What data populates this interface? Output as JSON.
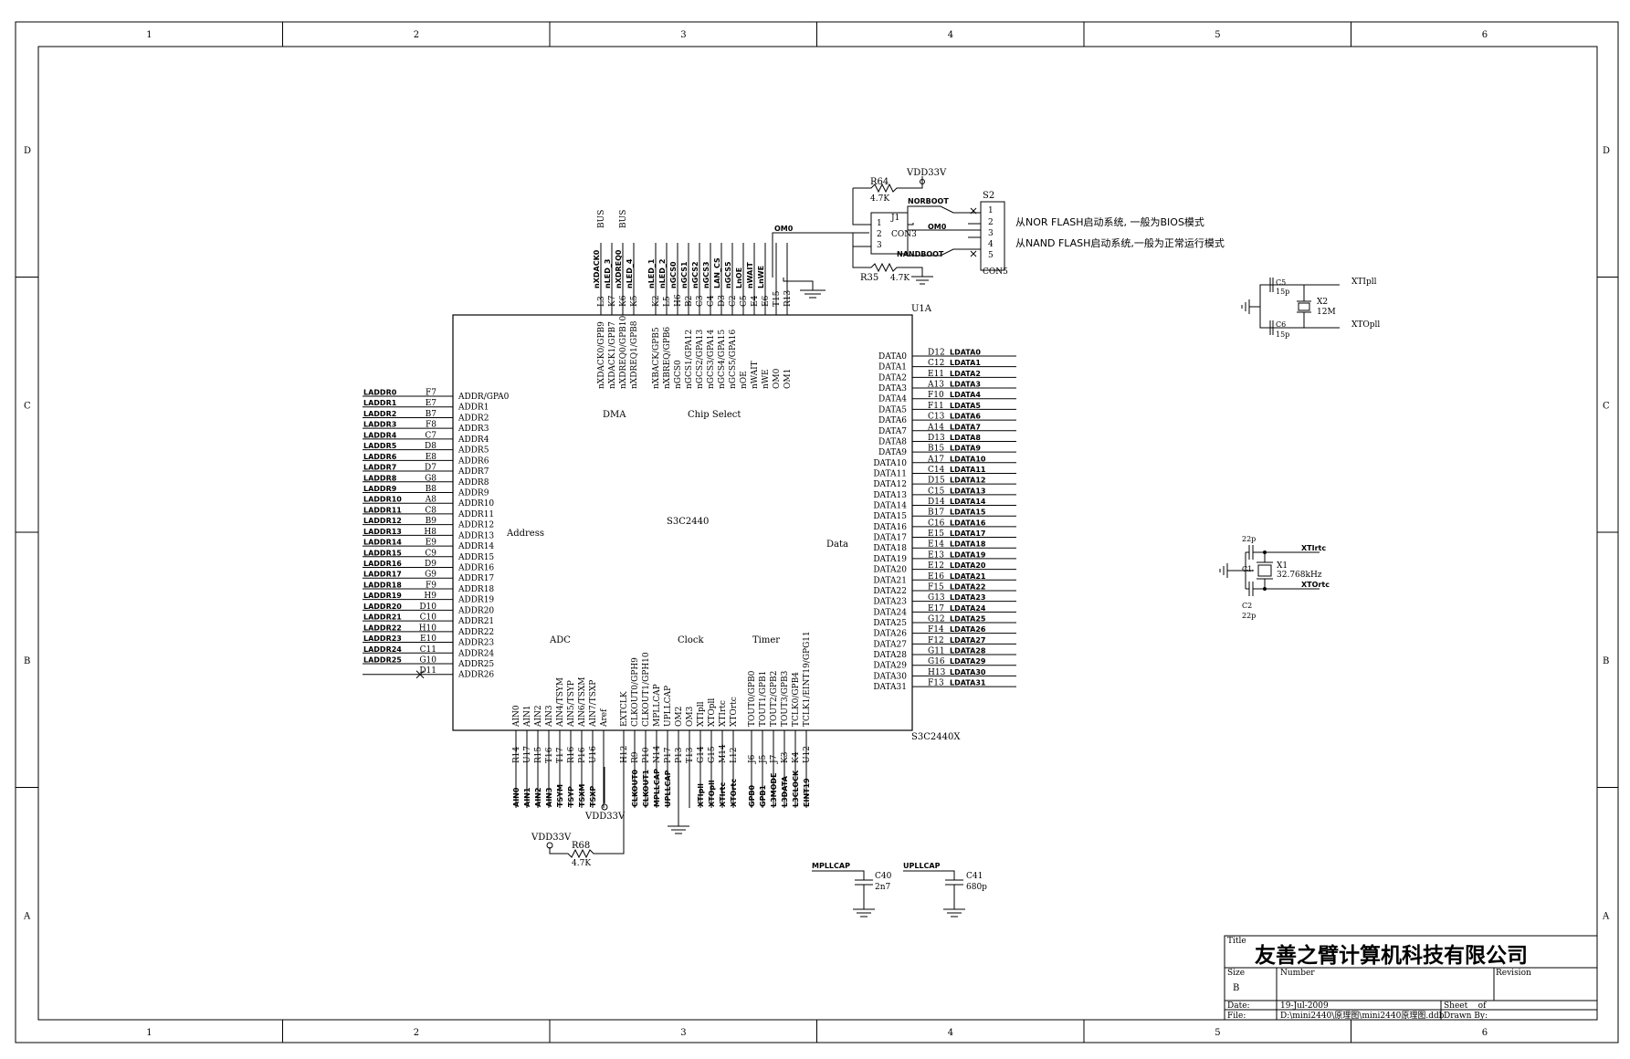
{
  "frame": {
    "columns": [
      "1",
      "2",
      "3",
      "4",
      "5",
      "6"
    ],
    "rows": [
      "D",
      "C",
      "B",
      "A"
    ]
  },
  "chip": {
    "designator": "U1A",
    "part": "S3C2440",
    "footprint": "S3C2440X",
    "blocks": {
      "address": "Address",
      "data": "Data",
      "dma": "DMA",
      "chip_select": "Chip Select",
      "adc": "ADC",
      "clock": "Clock",
      "timer": "Timer"
    }
  },
  "address_pins": [
    {
      "net": "LADDR0",
      "ball": "F7",
      "pin": "ADDR/GPA0"
    },
    {
      "net": "LADDR1",
      "ball": "E7",
      "pin": "ADDR1"
    },
    {
      "net": "LADDR2",
      "ball": "B7",
      "pin": "ADDR2"
    },
    {
      "net": "LADDR3",
      "ball": "F8",
      "pin": "ADDR3"
    },
    {
      "net": "LADDR4",
      "ball": "C7",
      "pin": "ADDR4"
    },
    {
      "net": "LADDR5",
      "ball": "D8",
      "pin": "ADDR5"
    },
    {
      "net": "LADDR6",
      "ball": "E8",
      "pin": "ADDR6"
    },
    {
      "net": "LADDR7",
      "ball": "D7",
      "pin": "ADDR7"
    },
    {
      "net": "LADDR8",
      "ball": "G8",
      "pin": "ADDR8"
    },
    {
      "net": "LADDR9",
      "ball": "B8",
      "pin": "ADDR9"
    },
    {
      "net": "LADDR10",
      "ball": "A8",
      "pin": "ADDR10"
    },
    {
      "net": "LADDR11",
      "ball": "C8",
      "pin": "ADDR11"
    },
    {
      "net": "LADDR12",
      "ball": "B9",
      "pin": "ADDR12"
    },
    {
      "net": "LADDR13",
      "ball": "H8",
      "pin": "ADDR13"
    },
    {
      "net": "LADDR14",
      "ball": "E9",
      "pin": "ADDR14"
    },
    {
      "net": "LADDR15",
      "ball": "C9",
      "pin": "ADDR15"
    },
    {
      "net": "LADDR16",
      "ball": "D9",
      "pin": "ADDR16"
    },
    {
      "net": "LADDR17",
      "ball": "G9",
      "pin": "ADDR17"
    },
    {
      "net": "LADDR18",
      "ball": "F9",
      "pin": "ADDR18"
    },
    {
      "net": "LADDR19",
      "ball": "H9",
      "pin": "ADDR19"
    },
    {
      "net": "LADDR20",
      "ball": "D10",
      "pin": "ADDR20"
    },
    {
      "net": "LADDR21",
      "ball": "C10",
      "pin": "ADDR21"
    },
    {
      "net": "LADDR22",
      "ball": "H10",
      "pin": "ADDR22"
    },
    {
      "net": "LADDR23",
      "ball": "E10",
      "pin": "ADDR23"
    },
    {
      "net": "LADDR24",
      "ball": "C11",
      "pin": "ADDR24"
    },
    {
      "net": "LADDR25",
      "ball": "G10",
      "pin": "ADDR25"
    },
    {
      "net": "",
      "ball": "D11",
      "pin": "ADDR26"
    }
  ],
  "data_pins": [
    {
      "pin": "DATA0",
      "ball": "D12",
      "net": "LDATA0"
    },
    {
      "pin": "DATA1",
      "ball": "C12",
      "net": "LDATA1"
    },
    {
      "pin": "DATA2",
      "ball": "E11",
      "net": "LDATA2"
    },
    {
      "pin": "DATA3",
      "ball": "A13",
      "net": "LDATA3"
    },
    {
      "pin": "DATA4",
      "ball": "F10",
      "net": "LDATA4"
    },
    {
      "pin": "DATA5",
      "ball": "F11",
      "net": "LDATA5"
    },
    {
      "pin": "DATA6",
      "ball": "C13",
      "net": "LDATA6"
    },
    {
      "pin": "DATA7",
      "ball": "A14",
      "net": "LDATA7"
    },
    {
      "pin": "DATA8",
      "ball": "D13",
      "net": "LDATA8"
    },
    {
      "pin": "DATA9",
      "ball": "B15",
      "net": "LDATA9"
    },
    {
      "pin": "DATA10",
      "ball": "A17",
      "net": "LDATA10"
    },
    {
      "pin": "DATA11",
      "ball": "C14",
      "net": "LDATA11"
    },
    {
      "pin": "DATA12",
      "ball": "D15",
      "net": "LDATA12"
    },
    {
      "pin": "DATA13",
      "ball": "C15",
      "net": "LDATA13"
    },
    {
      "pin": "DATA14",
      "ball": "D14",
      "net": "LDATA14"
    },
    {
      "pin": "DATA15",
      "ball": "B17",
      "net": "LDATA15"
    },
    {
      "pin": "DATA16",
      "ball": "C16",
      "net": "LDATA16"
    },
    {
      "pin": "DATA17",
      "ball": "E15",
      "net": "LDATA17"
    },
    {
      "pin": "DATA18",
      "ball": "E14",
      "net": "LDATA18"
    },
    {
      "pin": "DATA19",
      "ball": "E13",
      "net": "LDATA19"
    },
    {
      "pin": "DATA20",
      "ball": "E12",
      "net": "LDATA20"
    },
    {
      "pin": "DATA21",
      "ball": "E16",
      "net": "LDATA21"
    },
    {
      "pin": "DATA22",
      "ball": "F15",
      "net": "LDATA22"
    },
    {
      "pin": "DATA23",
      "ball": "G13",
      "net": "LDATA23"
    },
    {
      "pin": "DATA24",
      "ball": "E17",
      "net": "LDATA24"
    },
    {
      "pin": "DATA25",
      "ball": "G12",
      "net": "LDATA25"
    },
    {
      "pin": "DATA26",
      "ball": "F14",
      "net": "LDATA26"
    },
    {
      "pin": "DATA27",
      "ball": "F12",
      "net": "LDATA27"
    },
    {
      "pin": "DATA28",
      "ball": "G11",
      "net": "LDATA28"
    },
    {
      "pin": "DATA29",
      "ball": "G16",
      "net": "LDATA29"
    },
    {
      "pin": "DATA30",
      "ball": "H13",
      "net": "LDATA30"
    },
    {
      "pin": "DATA31",
      "ball": "F13",
      "net": "LDATA31"
    }
  ],
  "top_pins": [
    {
      "pin": "nXDACK0/GPB9",
      "ball": "L3",
      "net": "nXDACK0",
      "bus": "BUS"
    },
    {
      "pin": "nXDACK1/GPB7",
      "ball": "K7",
      "net": "nLED_3",
      "bus": ""
    },
    {
      "pin": "nXDREQ0/GPB10",
      "ball": "K6",
      "net": "nXDREQ0",
      "bus": "BUS"
    },
    {
      "pin": "nXDREQ1/GPB8",
      "ball": "K5",
      "net": "nLED_4",
      "bus": ""
    },
    {
      "pin": "nXBACK/GPB5",
      "ball": "K2",
      "net": "nLED_1",
      "bus": ""
    },
    {
      "pin": "nXBREQ/GPB6",
      "ball": "L5",
      "net": "nLED_2",
      "bus": ""
    },
    {
      "pin": "nGCS0",
      "ball": "H6",
      "net": "nGCS0",
      "bus": ""
    },
    {
      "pin": "nGCS1/GPA12",
      "ball": "B2",
      "net": "nGCS1",
      "bus": ""
    },
    {
      "pin": "nGCS2/GPA13",
      "ball": "C3",
      "net": "nGCS2",
      "bus": ""
    },
    {
      "pin": "nGCS3/GPA14",
      "ball": "C4",
      "net": "nGCS3",
      "bus": ""
    },
    {
      "pin": "nGCS4/GPA15",
      "ball": "D3",
      "net": "LAN_CS",
      "bus": ""
    },
    {
      "pin": "nGCS5/GPA16",
      "ball": "C2",
      "net": "nGCS5",
      "bus": ""
    },
    {
      "pin": "nOE",
      "ball": "C5",
      "net": "LnOE",
      "bus": ""
    },
    {
      "pin": "nWAIT",
      "ball": "E4",
      "net": "nWAIT",
      "bus": ""
    },
    {
      "pin": "nWE",
      "ball": "E6",
      "net": "LnWE",
      "bus": ""
    },
    {
      "pin": "OM0",
      "ball": "T15",
      "net": "",
      "bus": ""
    },
    {
      "pin": "OM1",
      "ball": "R13",
      "net": "",
      "bus": ""
    }
  ],
  "bottom_pins": [
    {
      "pin": "AIN0",
      "ball": "R14",
      "net": "AIN0"
    },
    {
      "pin": "AIN1",
      "ball": "U17",
      "net": "AIN1"
    },
    {
      "pin": "AIN2",
      "ball": "R15",
      "net": "AIN2"
    },
    {
      "pin": "AIN3",
      "ball": "T16",
      "net": "AIN3"
    },
    {
      "pin": "AIN4/TSYM",
      "ball": "T17",
      "net": "TSYM"
    },
    {
      "pin": "AIN5/TSYP",
      "ball": "R16",
      "net": "TSYP"
    },
    {
      "pin": "AIN6/TSXM",
      "ball": "P16",
      "net": "TSXM"
    },
    {
      "pin": "AIN7/TSXP",
      "ball": "U16",
      "net": "TSXP"
    },
    {
      "pin": "Aref",
      "ball": "",
      "net": ""
    },
    {
      "pin": "EXTCLK",
      "ball": "H12",
      "net": ""
    },
    {
      "pin": "CLKOUT0/GPH9",
      "ball": "R9",
      "net": "CLKOUT0"
    },
    {
      "pin": "CLKOUT1/GPH10",
      "ball": "P10",
      "net": "CLKOUT1"
    },
    {
      "pin": "MPLLCAP",
      "ball": "N14",
      "net": "MPLLCAP"
    },
    {
      "pin": "UPLLCAP",
      "ball": "P17",
      "net": "UPLLCAP"
    },
    {
      "pin": "OM2",
      "ball": "P13",
      "net": ""
    },
    {
      "pin": "OM3",
      "ball": "T13",
      "net": ""
    },
    {
      "pin": "XTIpll",
      "ball": "G14",
      "net": "XTIpll"
    },
    {
      "pin": "XTOpll",
      "ball": "G15",
      "net": "XTOpll"
    },
    {
      "pin": "XTIrtc",
      "ball": "M14",
      "net": "XTIrtc"
    },
    {
      "pin": "XTOrtc",
      "ball": "L12",
      "net": "XTOrtc"
    },
    {
      "pin": "TOUT0/GPB0",
      "ball": "J6",
      "net": "GPB0"
    },
    {
      "pin": "TOUT1/GPB1",
      "ball": "J5",
      "net": "GPB1"
    },
    {
      "pin": "TOUT2/GPB2",
      "ball": "J7",
      "net": "L3MODE"
    },
    {
      "pin": "TOUT3/GPB3",
      "ball": "K3",
      "net": "L3DATA"
    },
    {
      "pin": "TCLK0/GPB4",
      "ball": "K4",
      "net": "L3CLOCK"
    },
    {
      "pin": "TCLK1/EINT19/GPG11",
      "ball": "U12",
      "net": "EINT19"
    }
  ],
  "boot": {
    "r64": "R64",
    "r64_val": "4.7K",
    "r35": "R35",
    "r35_val": "4.7K",
    "vdd": "VDD33V",
    "j1": "J1",
    "con3": "CON3",
    "norboot": "NORBOOT",
    "om0": "OM0",
    "nandboot": "NANDBOOT",
    "om0_chip": "OM0",
    "s2": "S2",
    "con5": "CON5",
    "con3_pins": [
      "1",
      "2",
      "3"
    ],
    "con5_pins": [
      "1",
      "2",
      "3",
      "4",
      "5"
    ],
    "note_nor": "从NOR FLASH启动系统, 一般为BIOS模式",
    "note_nand": "从NAND FLASH启动系统,一般为正常运行模式"
  },
  "xtal_pll": {
    "c5": "C5",
    "c5_val": "15p",
    "c6": "C6",
    "c6_val": "15p",
    "x2": "X2",
    "x2_val": "12M",
    "net_in": "XTIpll",
    "net_out": "XTOpll"
  },
  "xtal_rtc": {
    "c1": "C1",
    "c1_val": "22p",
    "c2": "C2",
    "c2_val": "22p",
    "x1": "X1",
    "x1_val": "32.768kHz",
    "net_in": "XTIrtc",
    "net_out": "XTOrtc"
  },
  "misc": {
    "vdd_top": "VDD33V",
    "vdd_left": "VDD33V",
    "r68": "R68",
    "r68_val": "4.7K",
    "c40_net": "MPLLCAP",
    "c40": "C40",
    "c40_val": "2n7",
    "c41_net": "UPLLCAP",
    "c41": "C41",
    "c41_val": "680p"
  },
  "title_block": {
    "title_label": "Title",
    "company": "友善之臂计算机科技有限公司",
    "size_label": "Size",
    "size": "B",
    "number_label": "Number",
    "revision_label": "Revision",
    "date_label": "Date:",
    "date": "19-Jul-2009",
    "sheet_label": "Sheet    of",
    "file_label": "File:",
    "file": "D:\\mini2440\\原理图\\mini2440原理图.ddb",
    "drawn_label": "Drawn By:"
  }
}
